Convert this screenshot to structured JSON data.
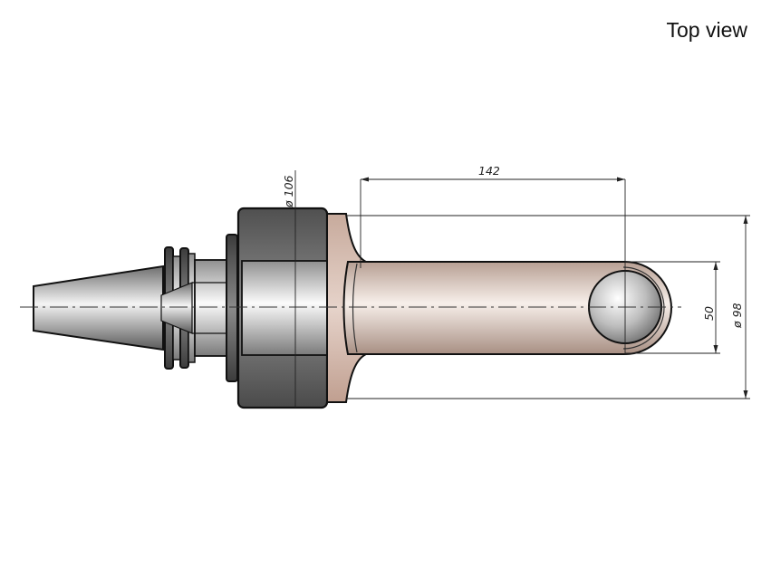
{
  "view": {
    "title": "Top view"
  },
  "dimensions": {
    "tool_length": "142",
    "flange_diameter": "ø 106",
    "shank_width": "50",
    "collar_diameter": "ø 98"
  },
  "colors": {
    "metal_dark": "#595959",
    "metal_light": "#f2f2f2",
    "shank_tint": "#cfb3a6",
    "line": "#111111"
  }
}
